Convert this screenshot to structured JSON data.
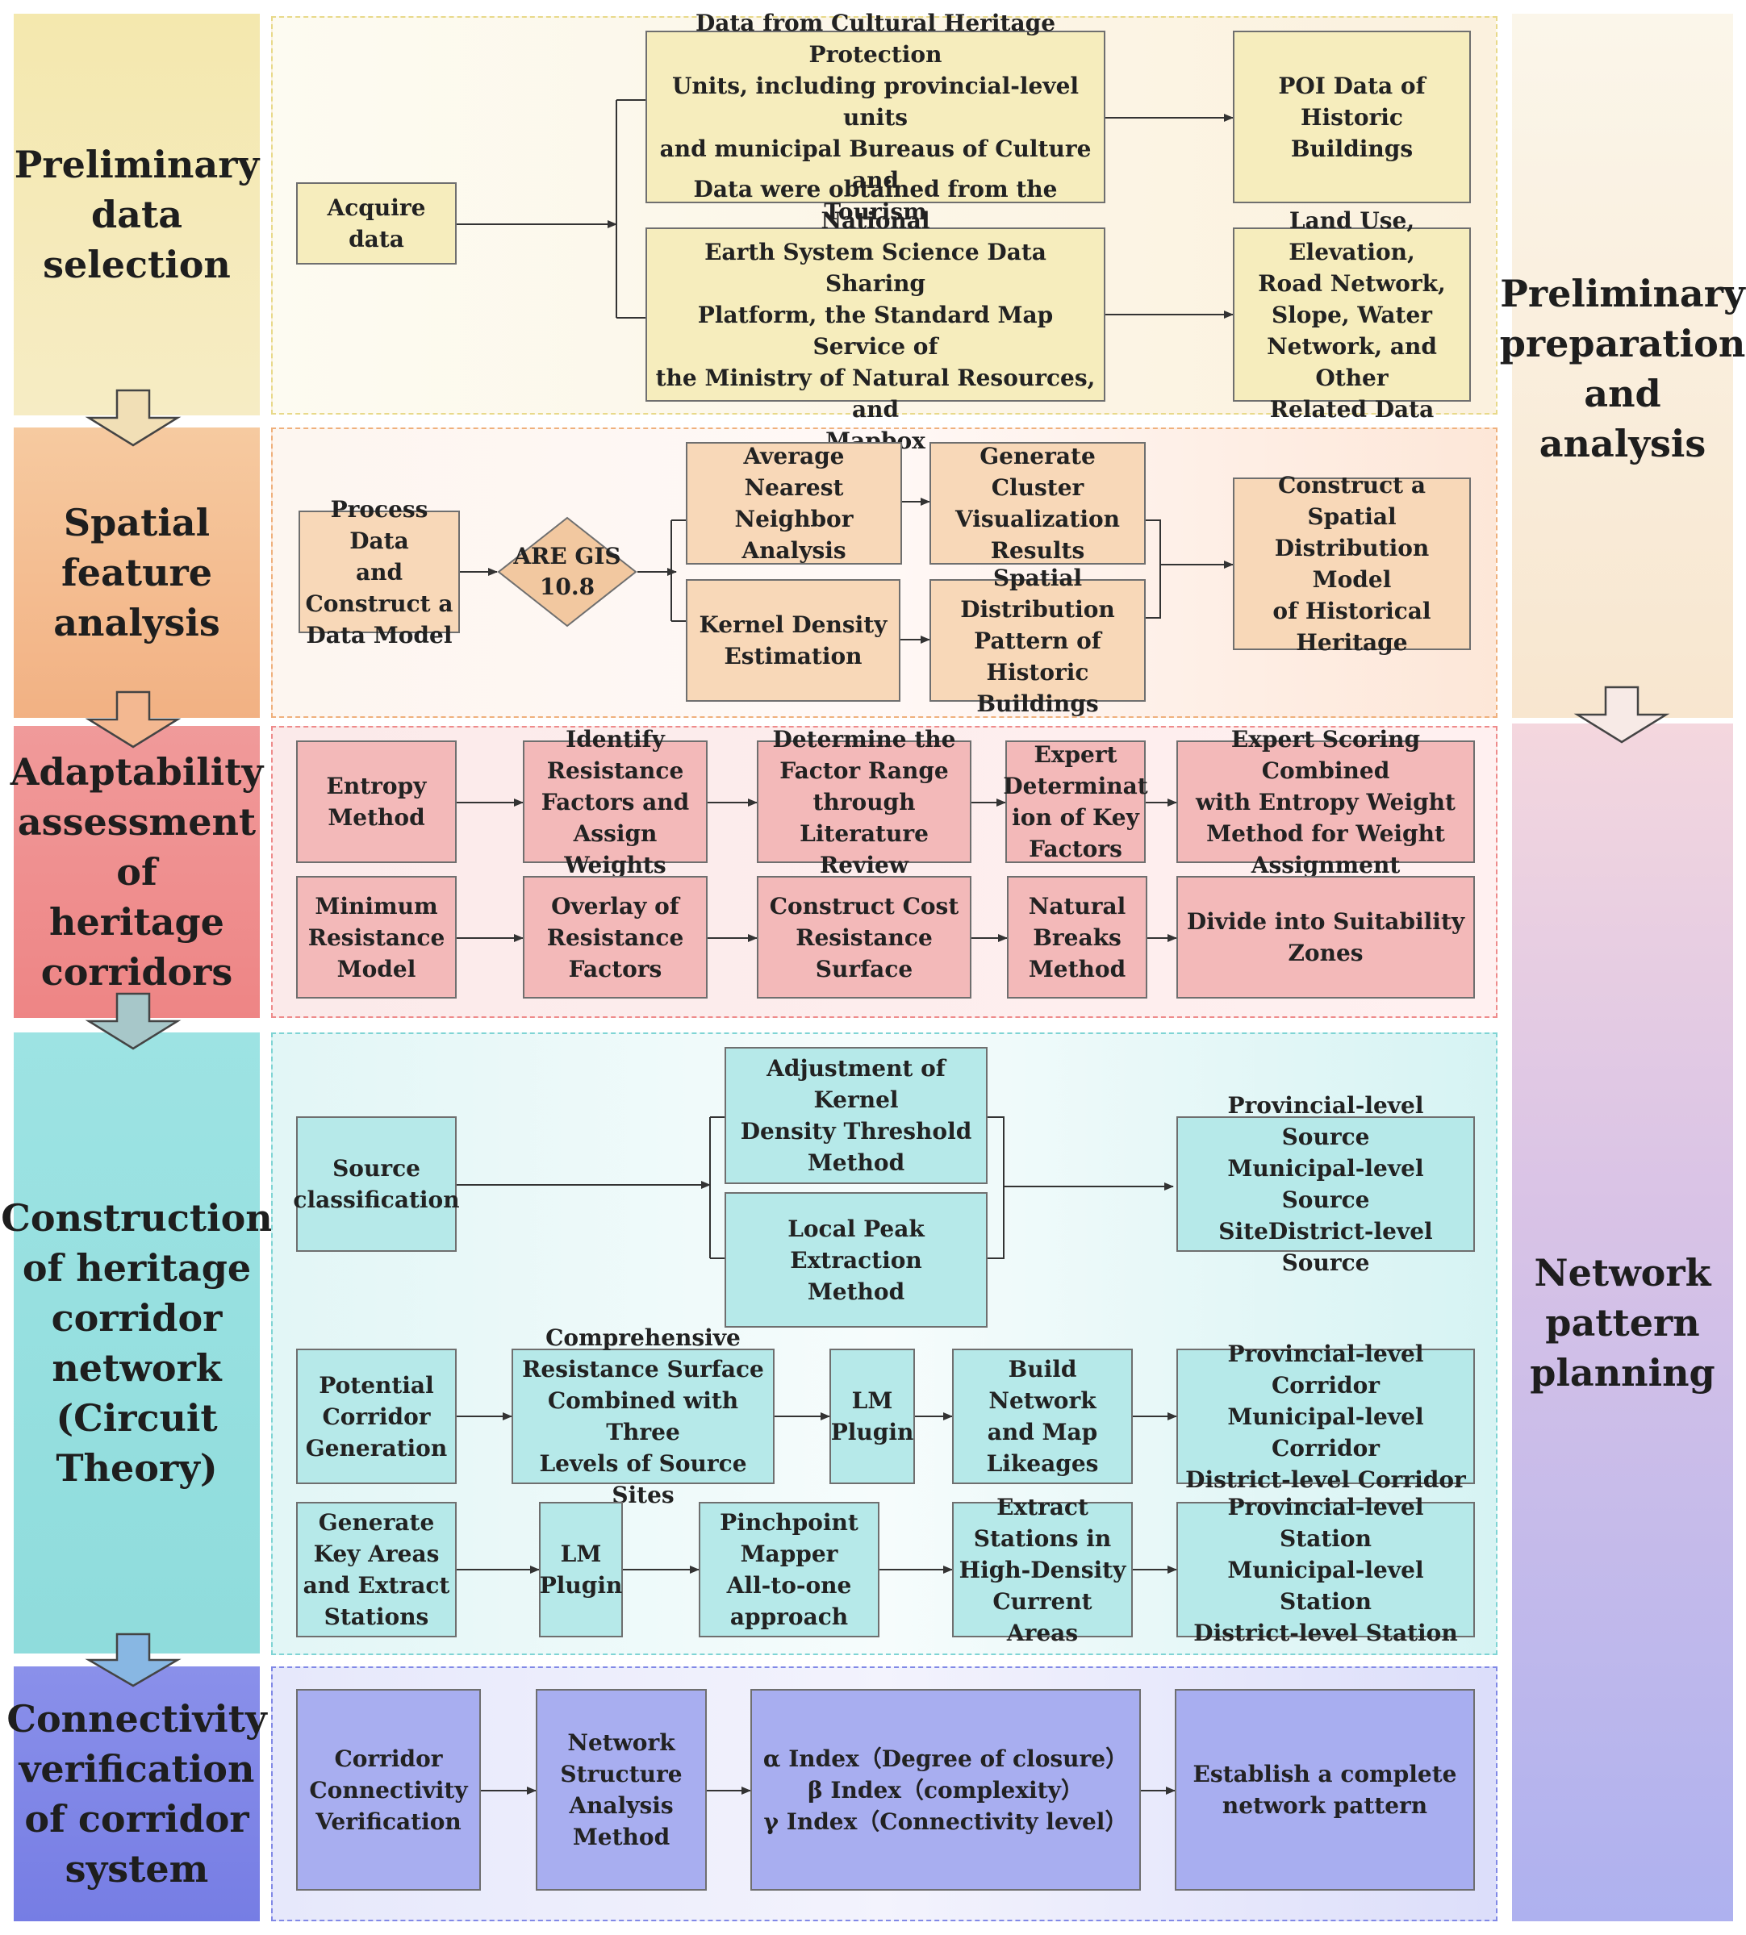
{
  "left_stages": [
    "Preliminary\ndata selection",
    "Spatial\nfeature\nanalysis",
    "Adaptability\nassessment of\nheritage\ncorridors",
    "Construction\nof heritage\ncorridor\nnetwork\n(Circuit\nTheory)",
    "Connectivity\nverification\nof corridor\nsystem"
  ],
  "right_stages": [
    "Preliminary\npreparation\nand\nanalysis",
    "Network\npattern\nplanning"
  ],
  "data_selection": {
    "acquire": "Acquire data",
    "source_heritage": "Data from Cultural Heritage Protection\nUnits, including provincial-level units\nand municipal Bureaus of Culture and\nTourism",
    "source_national": "Data were obtained from the National\nEarth System Science Data Sharing\nPlatform, the Standard Map Service of\nthe Ministry of Natural Resources, and\nMapbox",
    "poi": "POI Data of Historic\nBuildings",
    "land_use": "Land Use, Elevation,\nRoad Network,\nSlope, Water\nNetwork, and Other\nRelated Data"
  },
  "spatial_analysis": {
    "process": "Process Data\nand\nConstruct a\nData Model",
    "arcgis": "ARE GIS\n10.8",
    "ann": "Average Nearest\nNeighbor Analysis",
    "cluster": "Generate Cluster\nVisualization\nResults",
    "kde": "Kernel Density\nEstimation",
    "pattern": "Spatial\nDistribution\nPattern of Historic\nBuildings",
    "model": "Construct a Spatial\nDistribution Model\nof Historical\nHeritage"
  },
  "adaptability": {
    "row1": [
      "Entropy\nMethod",
      "Identify\nResistance\nFactors and\nAssign Weights",
      "Determine the\nFactor Range\nthrough\nLiterature Review",
      "Expert\nDeterminat\nion of Key\nFactors",
      "Expert Scoring Combined\nwith Entropy Weight\nMethod for Weight\nAssignment"
    ],
    "row2": [
      "Minimum\nResistance\nModel",
      "Overlay of\nResistance\nFactors",
      "Construct Cost\nResistance\nSurface",
      "Natural\nBreaks\nMethod",
      "Divide into Suitability\nZones"
    ]
  },
  "construction": {
    "source_class": "Source\nclassification",
    "kernel_adj": "Adjustment of Kernel\nDensity Threshold\nMethod",
    "local_peak": "Local Peak Extraction\nMethod",
    "source_levels": "Provincial-level Source\nMunicipal-level Source\nSiteDistrict-level Source",
    "corridor_row": [
      "Potential\nCorridor\nGeneration",
      "Comprehensive\nResistance Surface\nCombined with Three\nLevels of Source Sites",
      "LM\nPlugin",
      "Build Network\nand Map\nLikeages",
      "Provincial-level Corridor\nMunicipal-level Corridor\nDistrict-level Corridor"
    ],
    "station_row": [
      "Generate\nKey Areas\nand Extract\nStations",
      "LM\nPlugin",
      "Pinchpoint\nMapper\nAll-to-one\napproach",
      "Extract\nStations in\nHigh-Density\nCurrent Areas",
      "Provincial-level Station\nMunicipal-level Station\nDistrict-level Station"
    ]
  },
  "connectivity": [
    "Corridor\nConnectivity\nVerification",
    "Network\nStructure\nAnalysis\nMethod",
    "α Index（Degree of closure）\nβ Index（complexity）\nγ Index（Connectivity level）",
    "Establish a complete\nnetwork pattern"
  ],
  "colors": {
    "stage1": "#f3e6a9",
    "stage2": "#f3b98a",
    "stage3": "#ef8d8d",
    "stage4": "#97dfdf",
    "stage5": "#7d83e6",
    "box_yellow": "#f6edbd",
    "box_orange": "#f8d8b8",
    "box_red": "#f3b9b9",
    "box_cyan": "#b6e9e9",
    "box_violet": "#a8aef0"
  }
}
